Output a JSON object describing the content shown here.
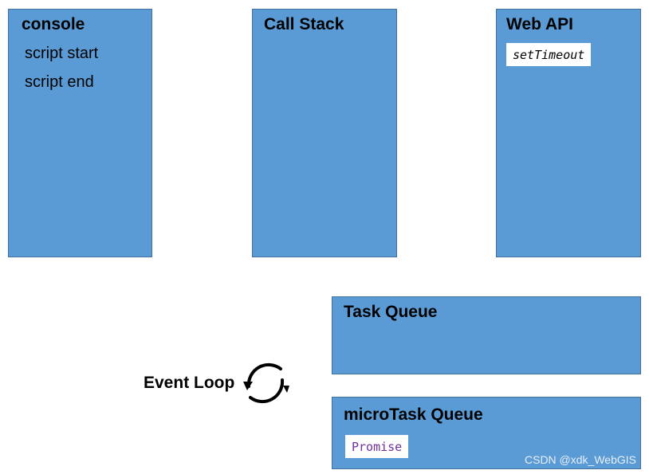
{
  "console": {
    "title": "console",
    "lines": [
      "script start",
      "script end"
    ]
  },
  "call_stack": {
    "title": "Call Stack"
  },
  "web_api": {
    "title": "Web API",
    "items": [
      "setTimeout"
    ]
  },
  "task_queue": {
    "title": "Task Queue"
  },
  "microtask_queue": {
    "title": "microTask Queue",
    "items": [
      "Promise"
    ]
  },
  "event_loop": {
    "label": "Event Loop",
    "icon": "refresh-cycle-icon"
  },
  "watermark": "CSDN @xdk_WebGIS",
  "colors": {
    "box_fill": "#5b9bd5",
    "box_border": "#41719c",
    "settimeout_text": "#000000",
    "promise_text": "#7030a0"
  }
}
